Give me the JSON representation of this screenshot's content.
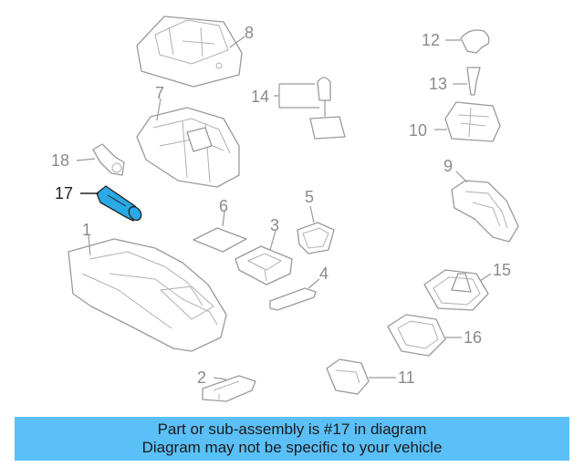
{
  "highlight_color": "#29a9e6",
  "banner_color": "#5bc0f8",
  "callouts": {
    "c1": "1",
    "c2": "2",
    "c3": "3",
    "c4": "4",
    "c5": "5",
    "c6": "6",
    "c7": "7",
    "c8": "8",
    "c9": "9",
    "c10": "10",
    "c11": "11",
    "c12": "12",
    "c13": "13",
    "c14": "14",
    "c15": "15",
    "c16": "16",
    "c17": "17",
    "c18": "18"
  },
  "banner": {
    "line1": "Part or sub-assembly is #17 in diagram",
    "line2": "Diagram may not be specific to your vehicle"
  }
}
